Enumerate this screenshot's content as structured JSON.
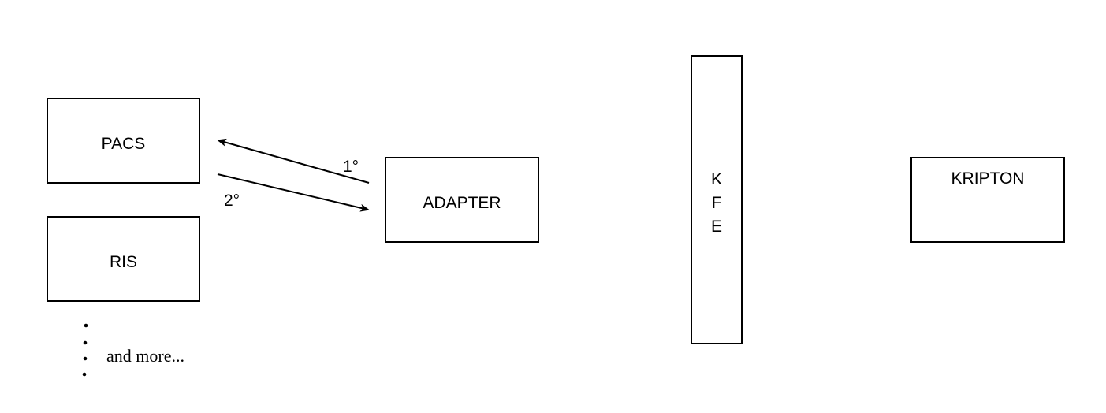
{
  "nodes": {
    "pacs": "PACS",
    "ris": "RIS",
    "adapter": "ADAPTER",
    "kfe": [
      "K",
      "F",
      "E"
    ],
    "kripton": "KRIPTON"
  },
  "edges": {
    "first": "1°",
    "second": "2°"
  },
  "more_label": "and more...",
  "colors": {
    "stroke": "#000000",
    "background": "#ffffff"
  }
}
